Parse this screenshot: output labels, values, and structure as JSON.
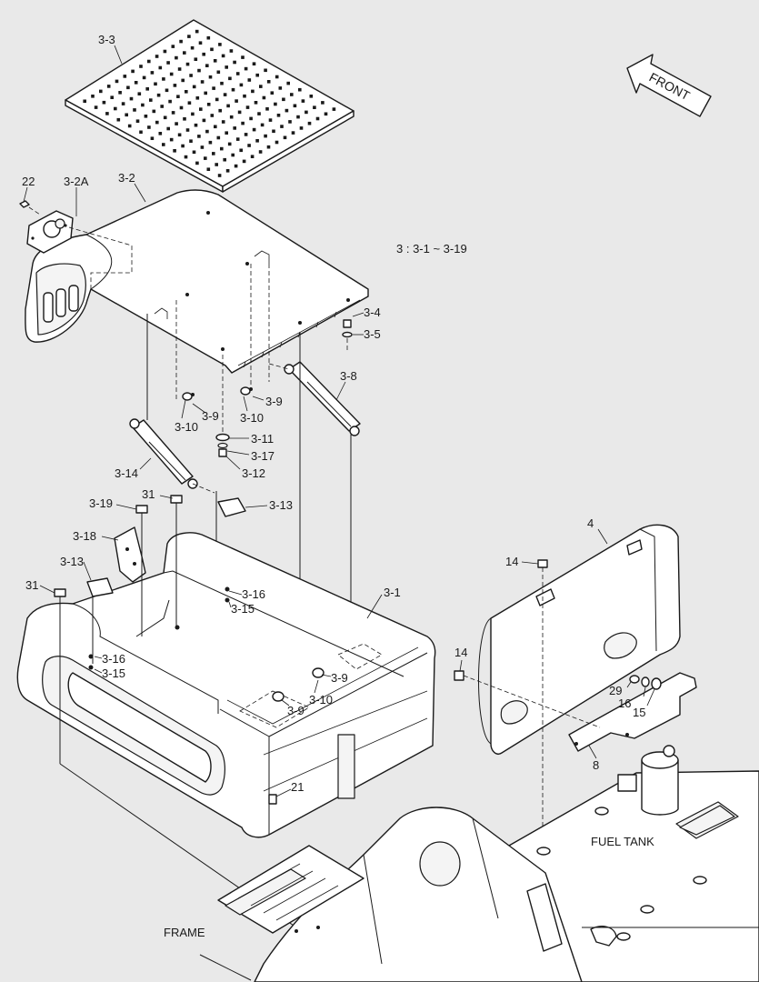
{
  "labels": {
    "p3_3": "3-3",
    "p3_2": "3-2",
    "p3_2a": "3-2A",
    "p22": "22",
    "group_note": "3 : 3-1 ~ 3-19",
    "p3_4": "3-4",
    "p3_5": "3-5",
    "p3_8": "3-8",
    "p3_9_a": "3-9",
    "p3_10_a": "3-10",
    "p3_9_b": "3-9",
    "p3_10_b": "3-10",
    "p3_11": "3-11",
    "p3_17": "3-17",
    "p3_12": "3-12",
    "p3_14": "3-14",
    "p3_19": "3-19",
    "p31_a": "31",
    "p3_13_a": "3-13",
    "p3_18": "3-18",
    "p3_13_b": "3-13",
    "p31_b": "31",
    "p3_16_a": "3-16",
    "p3_15_a": "3-15",
    "p3_1": "3-1",
    "p3_16_b": "3-16",
    "p3_15_b": "3-15",
    "p3_9_c": "3-9",
    "p3_10_c": "3-10",
    "p3_9_d": "3-9",
    "p21": "21",
    "p4": "4",
    "p14_a": "14",
    "p14_b": "14",
    "p29": "29",
    "p16": "16",
    "p15": "15",
    "p8": "8",
    "fuel_tank": "FUEL TANK",
    "frame": "FRAME",
    "front": "FRONT"
  }
}
